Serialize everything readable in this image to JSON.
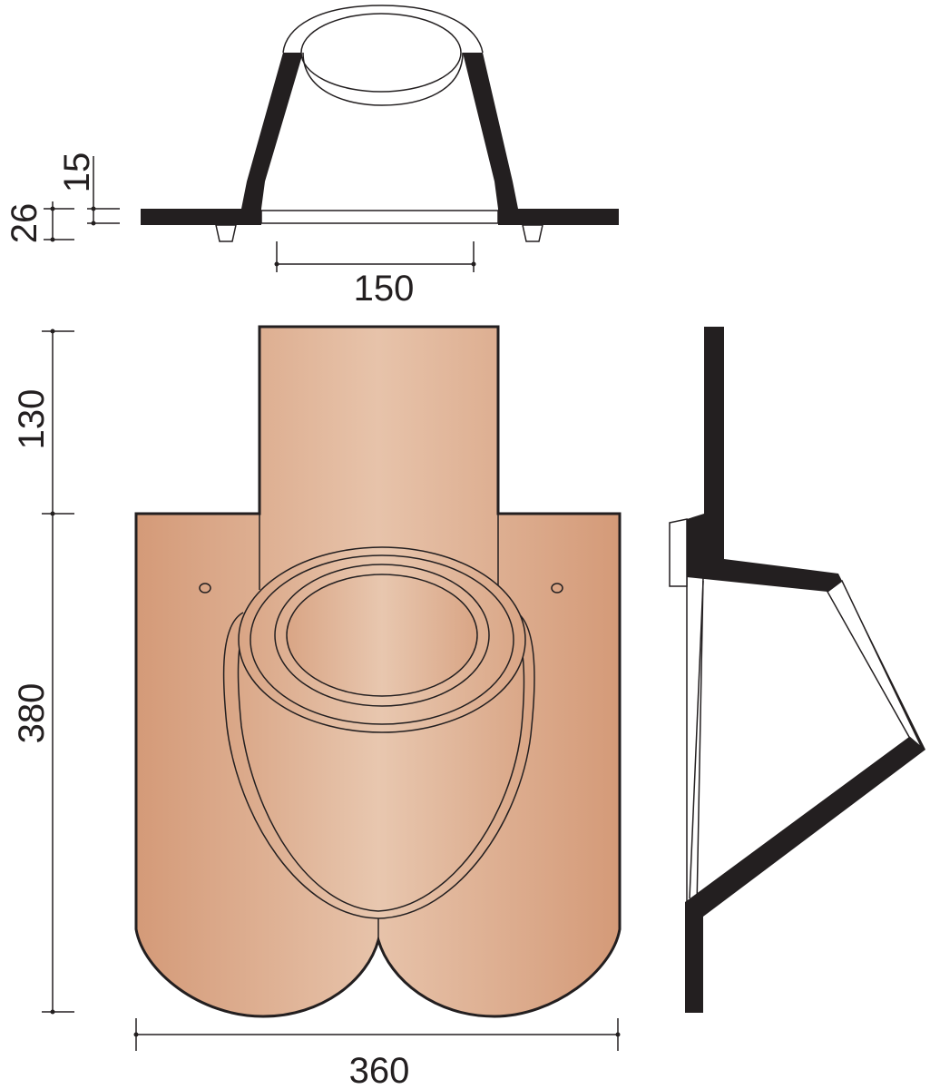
{
  "dimensions": {
    "d15": "15",
    "d26": "26",
    "d150": "150",
    "d130": "130",
    "d380": "380",
    "d360": "360"
  },
  "colors": {
    "ink": "#231f20",
    "tile_edge": "#d49a78",
    "tile_center": "#e7c3aa",
    "white": "#ffffff"
  }
}
